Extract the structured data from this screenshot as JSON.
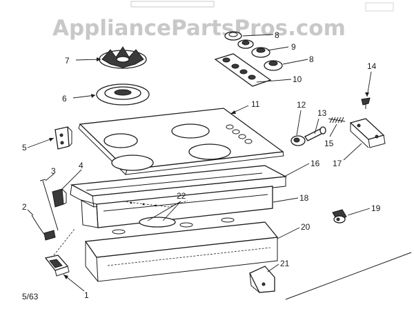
{
  "watermark": "AppliancePartsPros.com",
  "diagram_code": "5/63",
  "callouts": [
    "1",
    "2",
    "3",
    "4",
    "5",
    "6",
    "7",
    "8",
    "8",
    "9",
    "10",
    "11",
    "12",
    "13",
    "14",
    "15",
    "16",
    "17",
    "18",
    "19",
    "20",
    "21",
    "22"
  ]
}
